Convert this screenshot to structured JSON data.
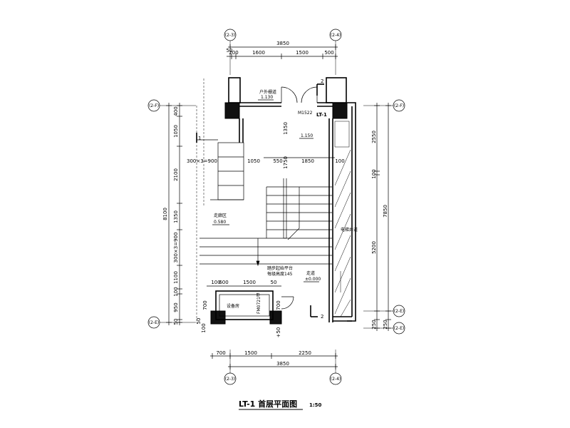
{
  "title": {
    "main": "LT-1 首层平面图",
    "scale": "1:50"
  },
  "axes": {
    "x_left": "(2-3)",
    "x_right": "(2-4)",
    "y_top": "(2-F)",
    "y_bottom_a": "(2-E)",
    "y_bottom_b": "(2-E)"
  },
  "dims": {
    "top_total": "3850",
    "top_50": "50",
    "top_200": "200",
    "top_1600": "1600",
    "top_1500": "1500",
    "top_500": "500",
    "bot_700": "700",
    "bot_1500": "1500",
    "bot_2250": "2250",
    "bot_total": "3850",
    "left_400": "400",
    "left_1050": "1050",
    "left_2100": "2100",
    "left_1350": "1350",
    "left_900": "300×3=900",
    "left_1100": "1100",
    "left_100": "100",
    "left_950": "950",
    "left_50": "50",
    "left_total": "8100",
    "right_2550": "2550",
    "right_100": "100",
    "right_5200": "5200",
    "right_7850": "7850",
    "right_250a": "250",
    "right_250b": "250",
    "in_300x3": "300×3=900",
    "in_1050": "1050",
    "in_550": "550",
    "in_1850": "1850",
    "in_100": "100",
    "in_1350": "1350",
    "in_1750": "1750",
    "rm_100": "100",
    "rm_600": "600",
    "rm_1500": "1500",
    "rm_50": "50",
    "rm_700a": "700",
    "rm_700b": "700",
    "rm_50b": "+50",
    "rm_100b": "100",
    "rm_50c": "50"
  },
  "labels": {
    "outdoor": "户外栅道",
    "outdoor_elev": "1.130",
    "lift": "LT-1",
    "lift_small": "M1522",
    "landing": "1.150",
    "corridor": "走廊区",
    "corridor_elev": "0.580",
    "stair_note1": "踏步起始平台",
    "stair_note2": "每级高度145",
    "hall": "走道",
    "hall_elev": "±0.000",
    "equipment": "设备房",
    "door_code": "FM0721甲",
    "shaft": "电梯井道",
    "section_top": "2",
    "section_bot": "2",
    "section_l": "1"
  }
}
